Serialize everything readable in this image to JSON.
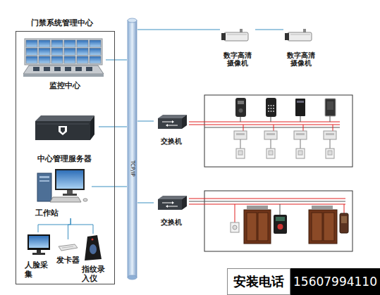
{
  "diagram": {
    "nodes": [
      {
        "text": [
          "门禁系统管理中心"
        ]
      },
      {
        "text": [
          "监控中心"
        ],
        "in": 0
      },
      {
        "text": [
          "中心管理服务器"
        ],
        "in": 0
      },
      {
        "text": [
          "工作站"
        ],
        "in": 0
      },
      {
        "text": [
          "人脸采集"
        ],
        "in": 0
      },
      {
        "text": [
          "发卡器"
        ],
        "in": 0
      },
      {
        "text": [
          "指纹录入仪"
        ],
        "in": 0
      },
      {
        "text": [
          "TCP/IP"
        ]
      },
      {
        "text": [
          "数字高清摄像机"
        ]
      },
      {
        "text": [
          "数字高清摄像机"
        ]
      },
      {
        "text": [
          "交换机"
        ]
      },
      {
        "text": [
          "交换机"
        ]
      }
    ],
    "edges": [
      {
        "from": 1,
        "to": 7,
        "arrow": "none"
      },
      {
        "from": 2,
        "to": 7,
        "arrow": "none"
      },
      {
        "from": 3,
        "to": 7,
        "arrow": "none"
      },
      {
        "from": 7,
        "to": 8,
        "arrow": "none"
      },
      {
        "from": 8,
        "to": 9,
        "arrow": "none"
      },
      {
        "from": 7,
        "to": 10,
        "arrow": "none"
      },
      {
        "from": 7,
        "to": 11,
        "arrow": "none"
      },
      {
        "from": 3,
        "to": 4,
        "arrow": "none"
      },
      {
        "from": 3,
        "to": 5,
        "arrow": "none"
      },
      {
        "from": 3,
        "to": 6,
        "arrow": "none"
      }
    ],
    "labels": [
      "安装电话",
      "15607994110"
    ]
  }
}
